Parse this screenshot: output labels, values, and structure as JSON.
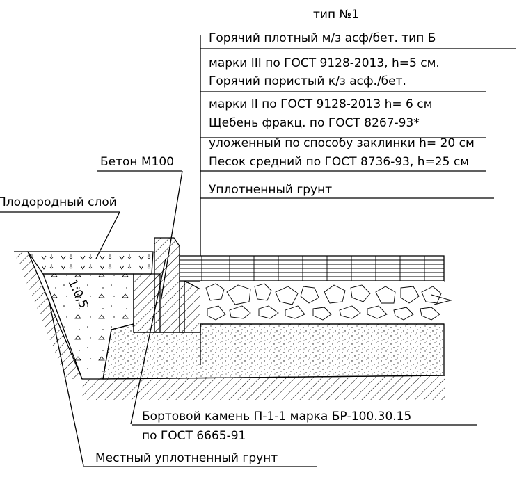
{
  "section_title": "тип №1",
  "layers": [
    "Горячий плотный м/з асф/бет. тип Б",
    "марки III по ГОСТ 9128-2013, h=5 см.",
    "Горячий пористый к/з асф./бет.",
    "марки II по ГОСТ 9128-2013 h= 6 см",
    "Щебень фракц. по ГОСТ 8267-93*",
    "уложенный по способу заклинки h= 20 см",
    "Песок средний по ГОСТ 8736-93, h=25 см",
    "Уплотненный грунт"
  ],
  "labels": {
    "concrete": "Бетон М100",
    "fertile_layer": "Плодородный слой",
    "curb_line1": "Бортовой камень П-1-1 марка БР-100.30.15",
    "curb_line2": "по ГОСТ 6665-91",
    "local_soil": "Местный уплотненный грунт",
    "slope": "1:0,5"
  }
}
